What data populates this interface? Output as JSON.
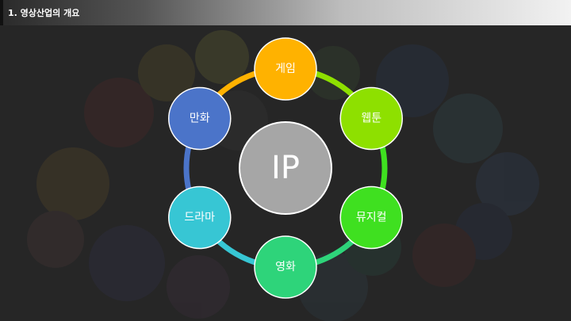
{
  "header": {
    "title": "1. 영상산업의 개요"
  },
  "diagram": {
    "center": {
      "label": "IP",
      "color": "#a6a6a6"
    },
    "nodes": [
      {
        "label": "게임",
        "color": "#ffb200"
      },
      {
        "label": "웹툰",
        "color": "#8ee000"
      },
      {
        "label": "뮤지컬",
        "color": "#3fe020"
      },
      {
        "label": "영화",
        "color": "#2ed47a"
      },
      {
        "label": "드라마",
        "color": "#37c6d4"
      },
      {
        "label": "만화",
        "color": "#4b74c9"
      }
    ]
  }
}
